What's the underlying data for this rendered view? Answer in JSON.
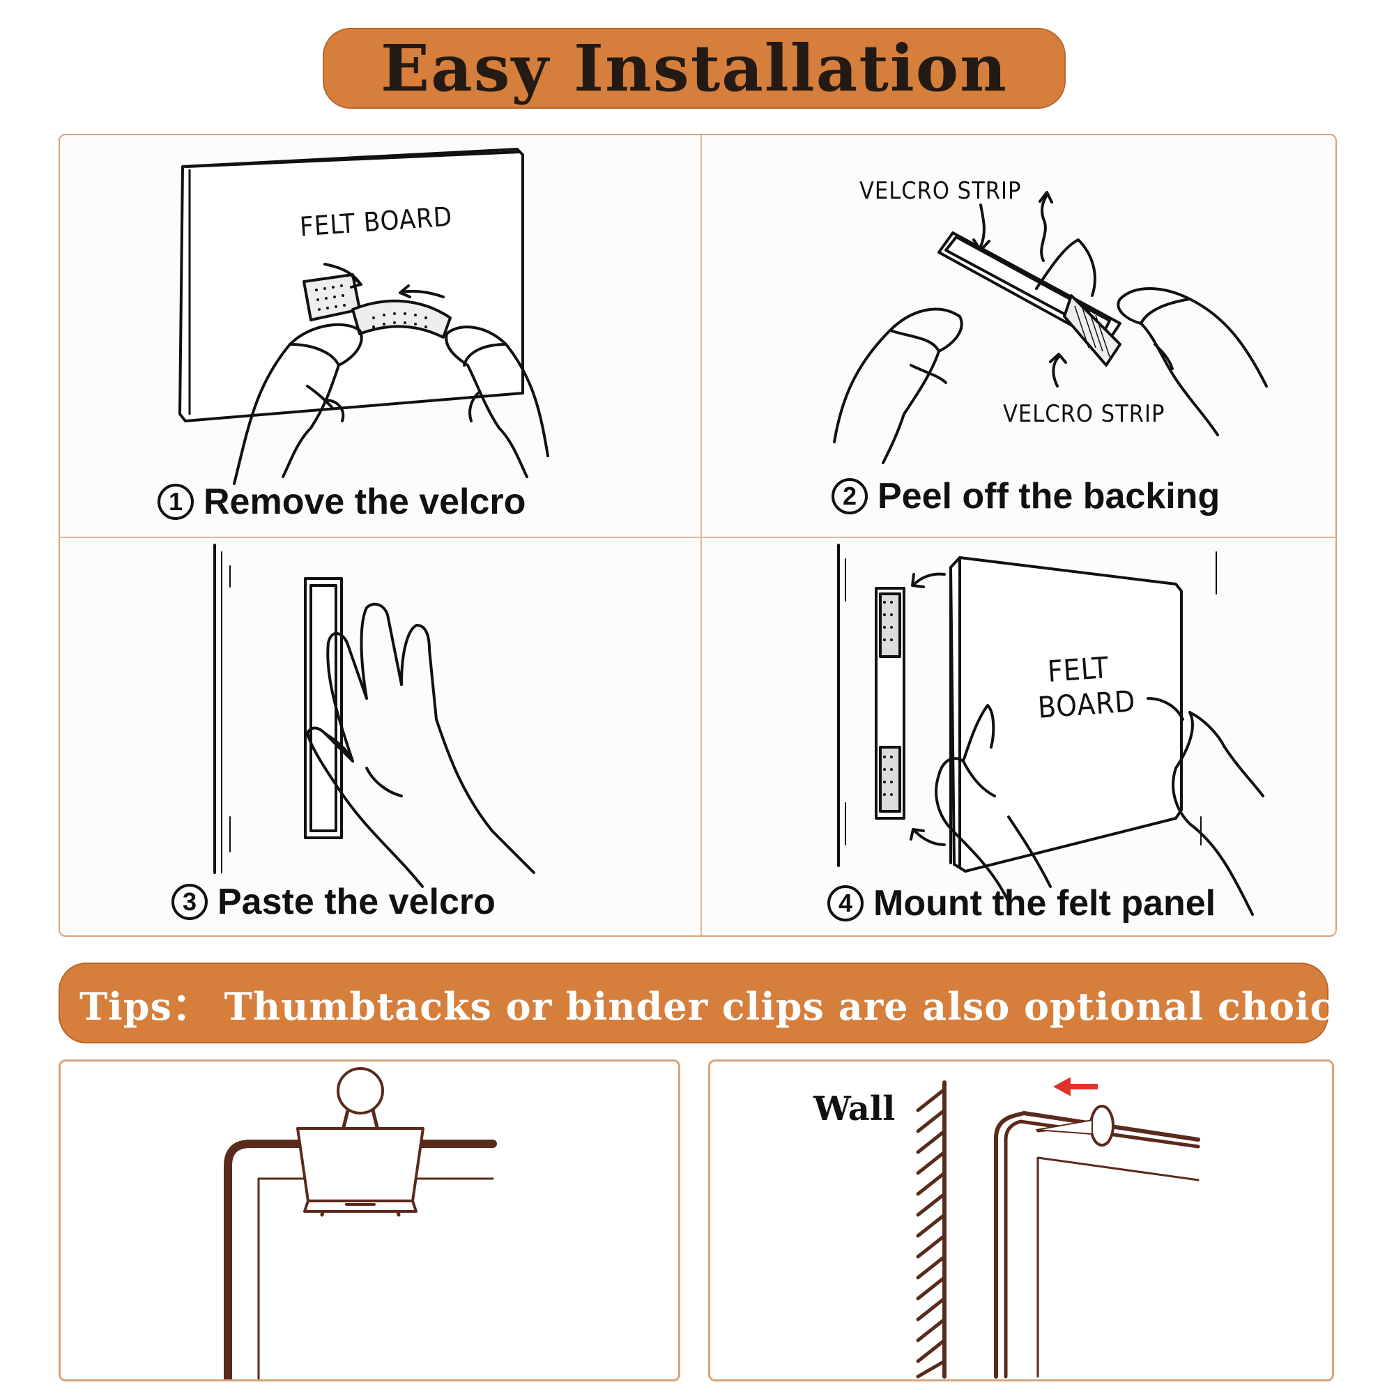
{
  "header": {
    "title": "Easy Installation"
  },
  "steps": [
    {
      "number": "1",
      "text": "Remove the velcro"
    },
    {
      "number": "2",
      "text": "Peel off the backing"
    },
    {
      "number": "3",
      "text": "Paste the velcro"
    },
    {
      "number": "4",
      "text": "Mount the felt panel"
    }
  ],
  "labels": {
    "felt_board_1": "FELT BOARD",
    "velcro_strip_top": "VELCRO STRIP",
    "velcro_strip_bottom": "VELCRO STRIP",
    "felt_board_4_line1": "FELT",
    "felt_board_4_line2": "BOARD",
    "wall": "Wall"
  },
  "tips": {
    "text": "Tips：  Thumbtacks or binder clips are also optional choices"
  },
  "colors": {
    "accent": "#d67f3c",
    "border": "#d9a47a",
    "clip": "#5a2a1c",
    "arrow_red": "#e0322b"
  }
}
